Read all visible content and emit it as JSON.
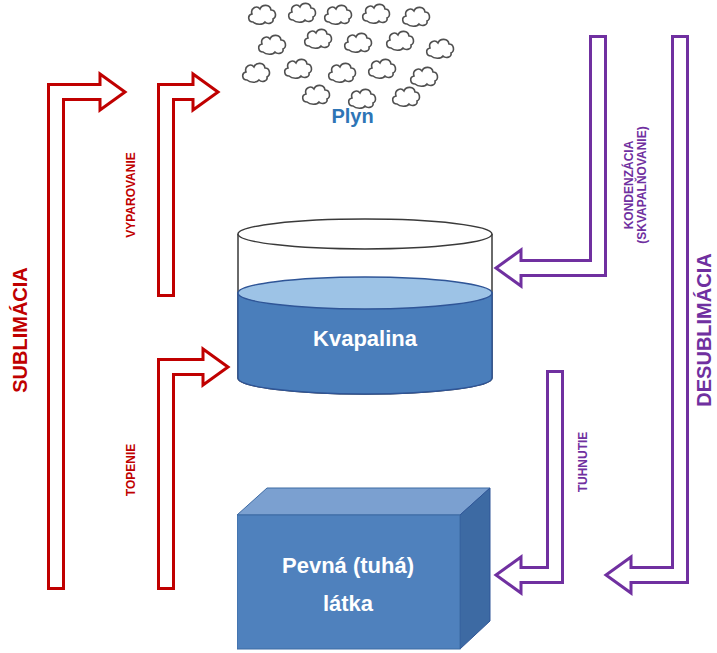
{
  "diagram": {
    "nodes": [
      {
        "text": [
          "Plyn"
        ]
      },
      {
        "text": [
          "Kvapalina"
        ]
      },
      {
        "text": [
          "Pevná (tuhá) látka"
        ]
      }
    ],
    "edges": [
      {
        "from": 2,
        "to": 0,
        "arrow": "to",
        "label": "SUBLIMÁCIA"
      },
      {
        "from": 1,
        "to": 0,
        "arrow": "to",
        "label": "VYPAROVANIE"
      },
      {
        "from": 2,
        "to": 1,
        "arrow": "to",
        "label": "TOPENIE"
      },
      {
        "from": 0,
        "to": 1,
        "arrow": "to",
        "label": "KONDENZÁCIA (SKVAPALŇOVANIE)"
      },
      {
        "from": 1,
        "to": 2,
        "arrow": "to",
        "label": "TUHNUTIE"
      },
      {
        "from": 0,
        "to": 2,
        "arrow": "to",
        "label": "DESUBLIMÁCIA"
      }
    ]
  }
}
